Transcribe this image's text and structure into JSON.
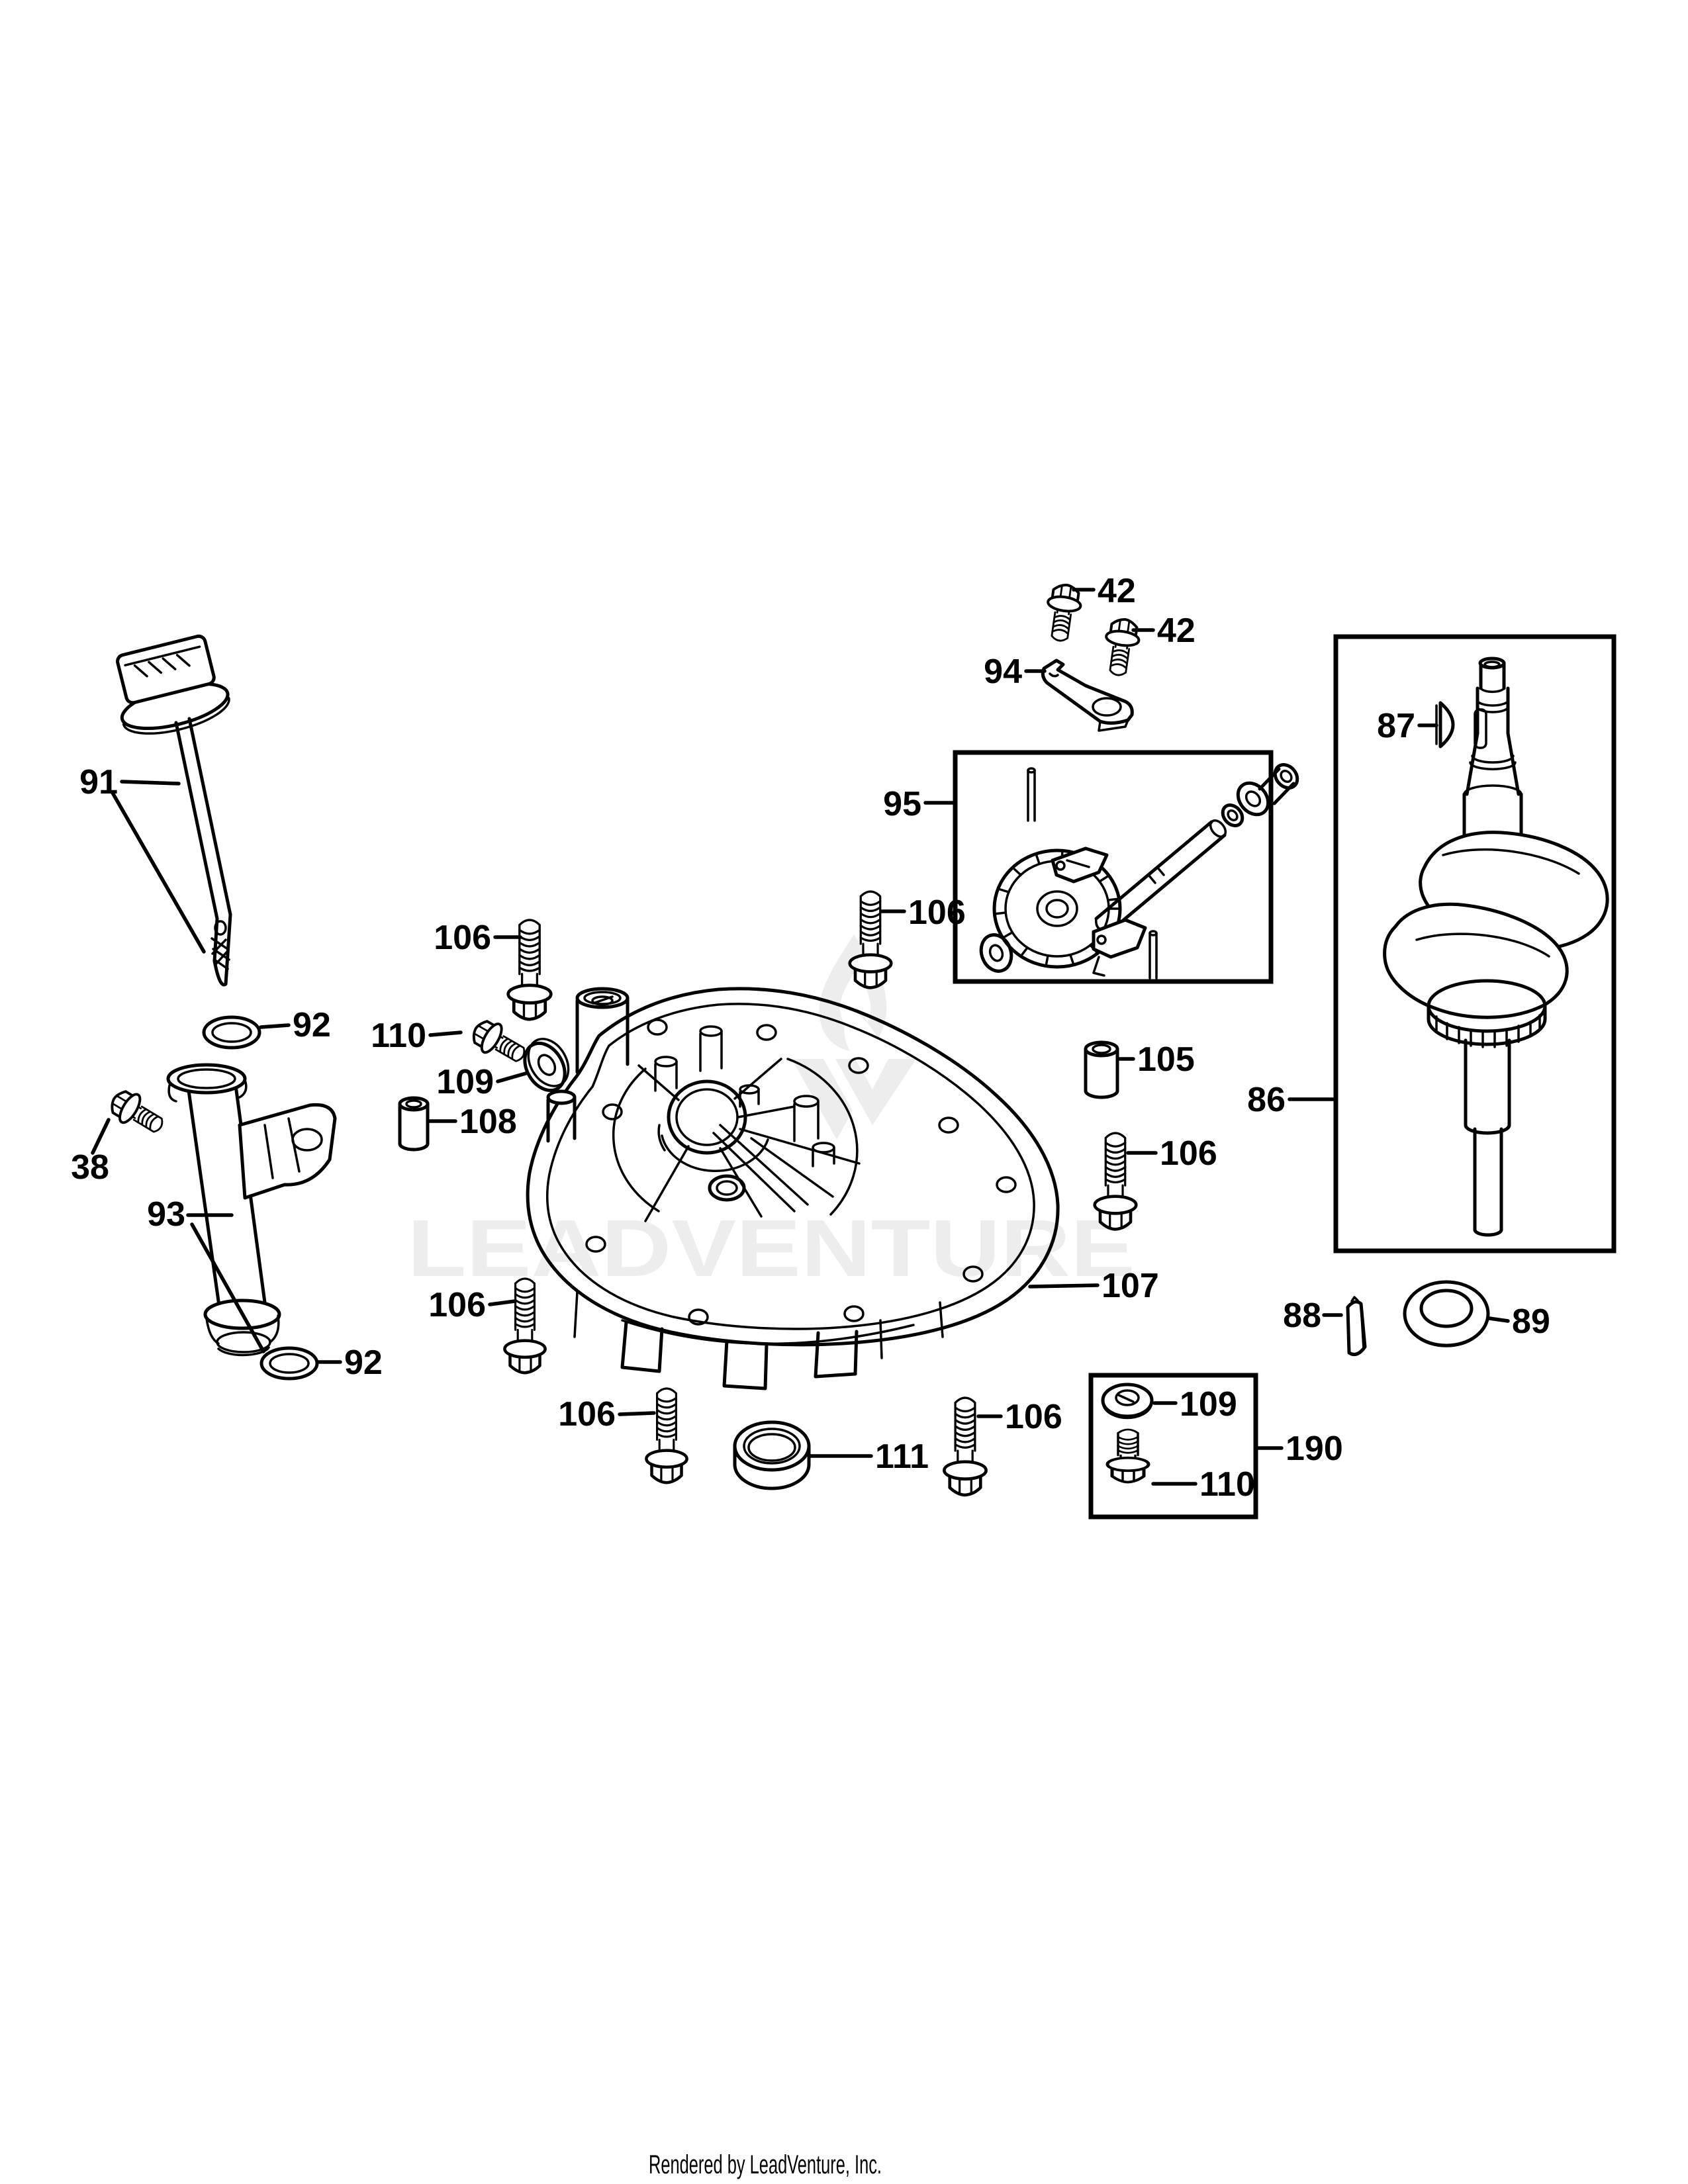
{
  "document": {
    "footer": "Rendered by LeadVenture, Inc.",
    "watermark": "LEADVENTURE",
    "ink_color": "#000000",
    "watermark_color": "#ededed",
    "background_color": "#ffffff"
  },
  "callouts": [
    {
      "label": "42"
    },
    {
      "label": "42"
    },
    {
      "label": "94"
    },
    {
      "label": "95"
    },
    {
      "label": "87"
    },
    {
      "label": "86"
    },
    {
      "label": "91"
    },
    {
      "label": "92"
    },
    {
      "label": "106"
    },
    {
      "label": "110"
    },
    {
      "label": "109"
    },
    {
      "label": "108"
    },
    {
      "label": "38"
    },
    {
      "label": "93"
    },
    {
      "label": "92"
    },
    {
      "label": "106"
    },
    {
      "label": "106"
    },
    {
      "label": "111"
    },
    {
      "label": "106"
    },
    {
      "label": "106"
    },
    {
      "label": "106"
    },
    {
      "label": "105"
    },
    {
      "label": "107"
    },
    {
      "label": "88"
    },
    {
      "label": "89"
    },
    {
      "label": "109"
    },
    {
      "label": "110"
    },
    {
      "label": "190"
    }
  ]
}
